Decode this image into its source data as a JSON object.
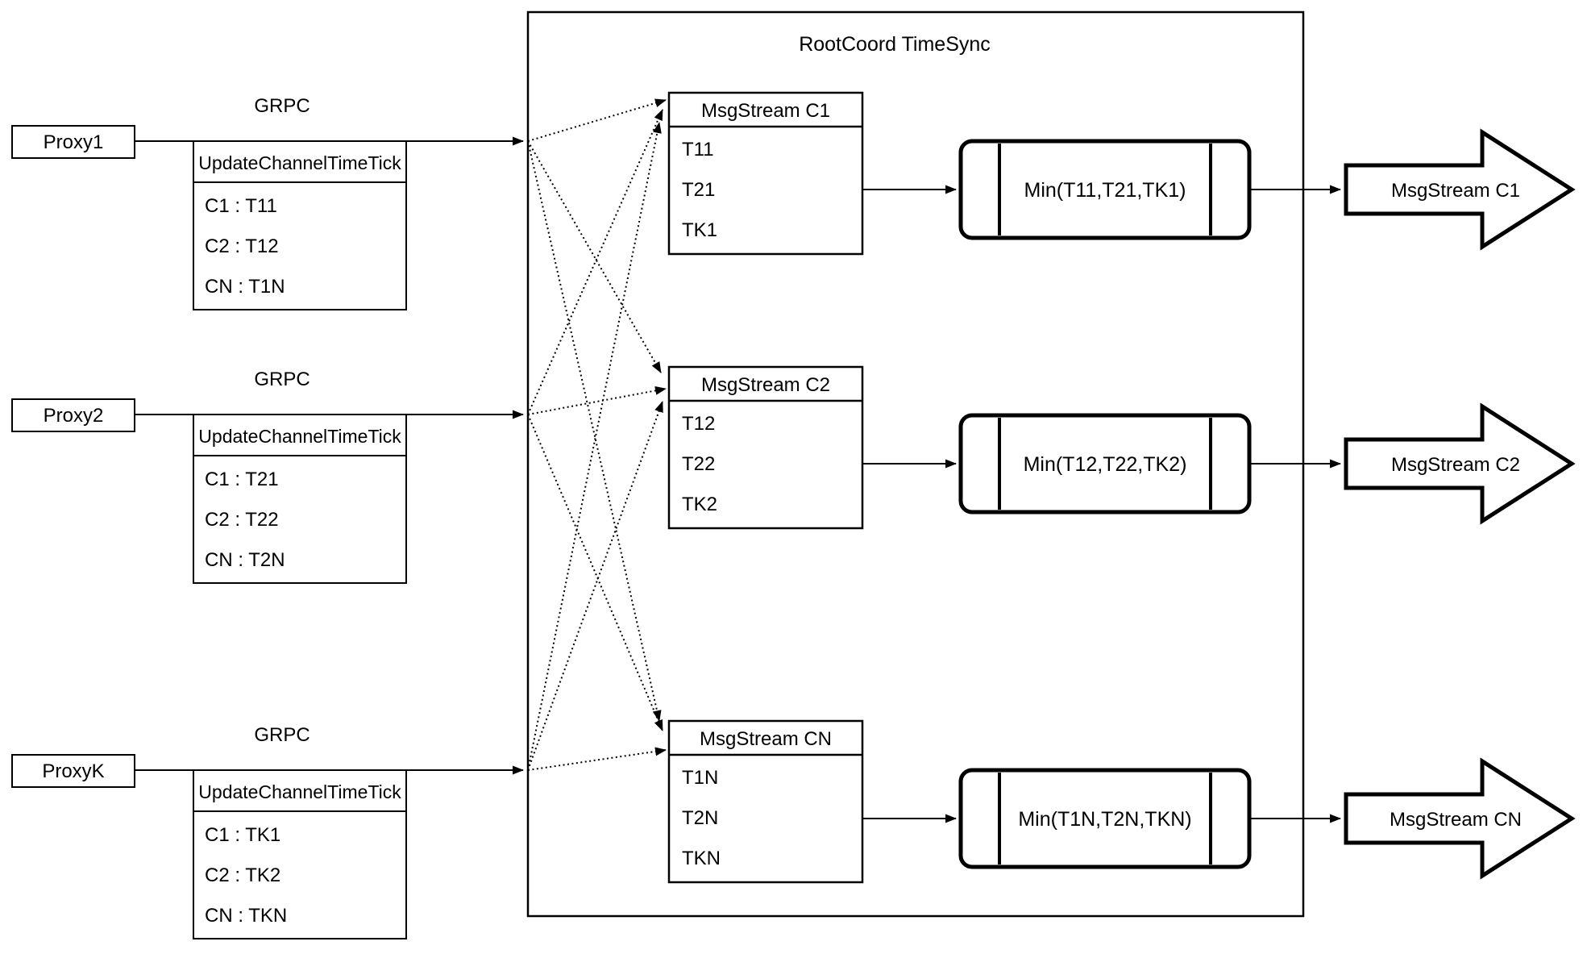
{
  "diagram": {
    "title": "RootCoord TimeSync"
  },
  "labels": {
    "grpc": "GRPC",
    "update_table_header": "UpdateChannelTimeTick"
  },
  "proxies": [
    {
      "label": "Proxy1",
      "entries": [
        "C1 :  T11",
        "C2 :  T12",
        "CN : T1N"
      ]
    },
    {
      "label": "Proxy2",
      "entries": [
        "C1 :  T21",
        "C2 :  T22",
        "CN : T2N"
      ]
    },
    {
      "label": "ProxyK",
      "entries": [
        "C1 :  TK1",
        "C2 :  TK2",
        "CN : TKN"
      ]
    }
  ],
  "streams": [
    {
      "header": "MsgStream C1",
      "ticks": [
        "T11",
        "T21",
        "TK1"
      ],
      "min_label": "Min(T11,T21,TK1)",
      "output_label": "MsgStream C1"
    },
    {
      "header": "MsgStream C2",
      "ticks": [
        "T12",
        "T22",
        "TK2"
      ],
      "min_label": "Min(T12,T22,TK2)",
      "output_label": "MsgStream C2"
    },
    {
      "header": "MsgStream CN",
      "ticks": [
        "T1N",
        "T2N",
        "TKN"
      ],
      "min_label": "Min(T1N,T2N,TKN)",
      "output_label": "MsgStream CN"
    }
  ],
  "colors": {
    "stroke": "#000000",
    "background": "#ffffff"
  }
}
